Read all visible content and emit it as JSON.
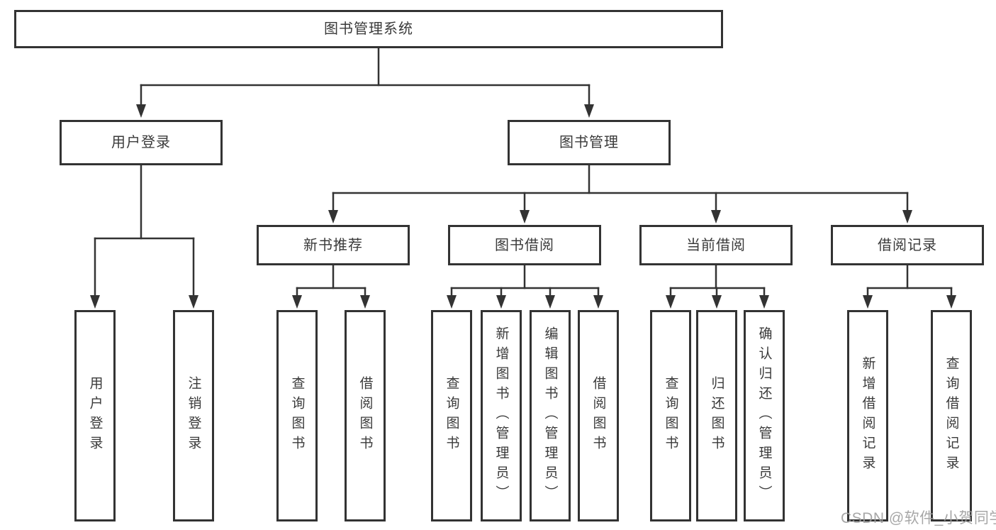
{
  "diagram_title": "图书管理系统",
  "colors": {
    "line": "#333333",
    "box_border": "#333333",
    "text": "#3a3a3a",
    "background": "#ffffff",
    "watermark": "#9e9e9e"
  },
  "root": {
    "label": "图书管理系统"
  },
  "level2": [
    {
      "id": "user-login",
      "label": "用户登录"
    },
    {
      "id": "book-management",
      "label": "图书管理"
    }
  ],
  "level3": [
    {
      "id": "new-book-recommendation",
      "label": "新书推荐",
      "parent": "图书管理"
    },
    {
      "id": "book-borrowing",
      "label": "图书借阅",
      "parent": "图书管理"
    },
    {
      "id": "current-borrowing",
      "label": "当前借阅",
      "parent": "图书管理"
    },
    {
      "id": "borrowing-records",
      "label": "借阅记录",
      "parent": "图书管理"
    }
  ],
  "leaves": [
    {
      "label": "用户登录",
      "parent": "用户登录"
    },
    {
      "label": "注销登录",
      "parent": "用户登录"
    },
    {
      "label": "查询图书",
      "parent": "新书推荐"
    },
    {
      "label": "借阅图书",
      "parent": "新书推荐"
    },
    {
      "label": "查询图书",
      "parent": "图书借阅"
    },
    {
      "label": "新增图书（管理员）",
      "parent": "图书借阅"
    },
    {
      "label": "编辑图书（管理员）",
      "parent": "图书借阅"
    },
    {
      "label": "借阅图书",
      "parent": "图书借阅"
    },
    {
      "label": "查询图书",
      "parent": "当前借阅"
    },
    {
      "label": "归还图书",
      "parent": "当前借阅"
    },
    {
      "label": "确认归还（管理员）",
      "parent": "当前借阅"
    },
    {
      "label": "新增借阅记录",
      "parent": "借阅记录"
    },
    {
      "label": "查询借阅记录",
      "parent": "借阅记录"
    }
  ],
  "watermark": {
    "text": "CSDN @软件_小贺同学"
  }
}
